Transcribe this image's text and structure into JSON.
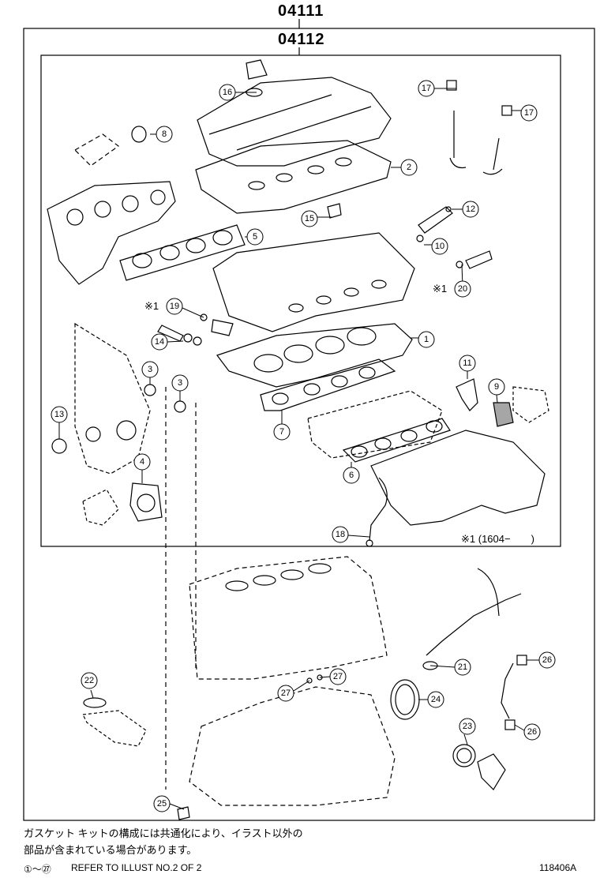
{
  "header": {
    "kit_outer": "04111",
    "kit_inner": "04112"
  },
  "callouts": [
    "1",
    "2",
    "3",
    "3",
    "4",
    "5",
    "6",
    "7",
    "8",
    "9",
    "10",
    "11",
    "12",
    "13",
    "14",
    "15",
    "16",
    "17",
    "17",
    "18",
    "19",
    "20",
    "21",
    "22",
    "23",
    "24",
    "25",
    "26",
    "26",
    "27",
    "27"
  ],
  "notes": {
    "asterisk_19": "※1",
    "asterisk_20": "※1",
    "footnote_range": "※1 (1604−　　)"
  },
  "footer": {
    "jp_line1": "ガスケット キットの構成には共通化により、イラスト以外の",
    "jp_line2": "部品が含まれている場合があります。",
    "refer_prefix": "①～㉗",
    "refer_text": "REFER TO ILLUST NO.2 OF 2",
    "figure_id": "118406A"
  }
}
